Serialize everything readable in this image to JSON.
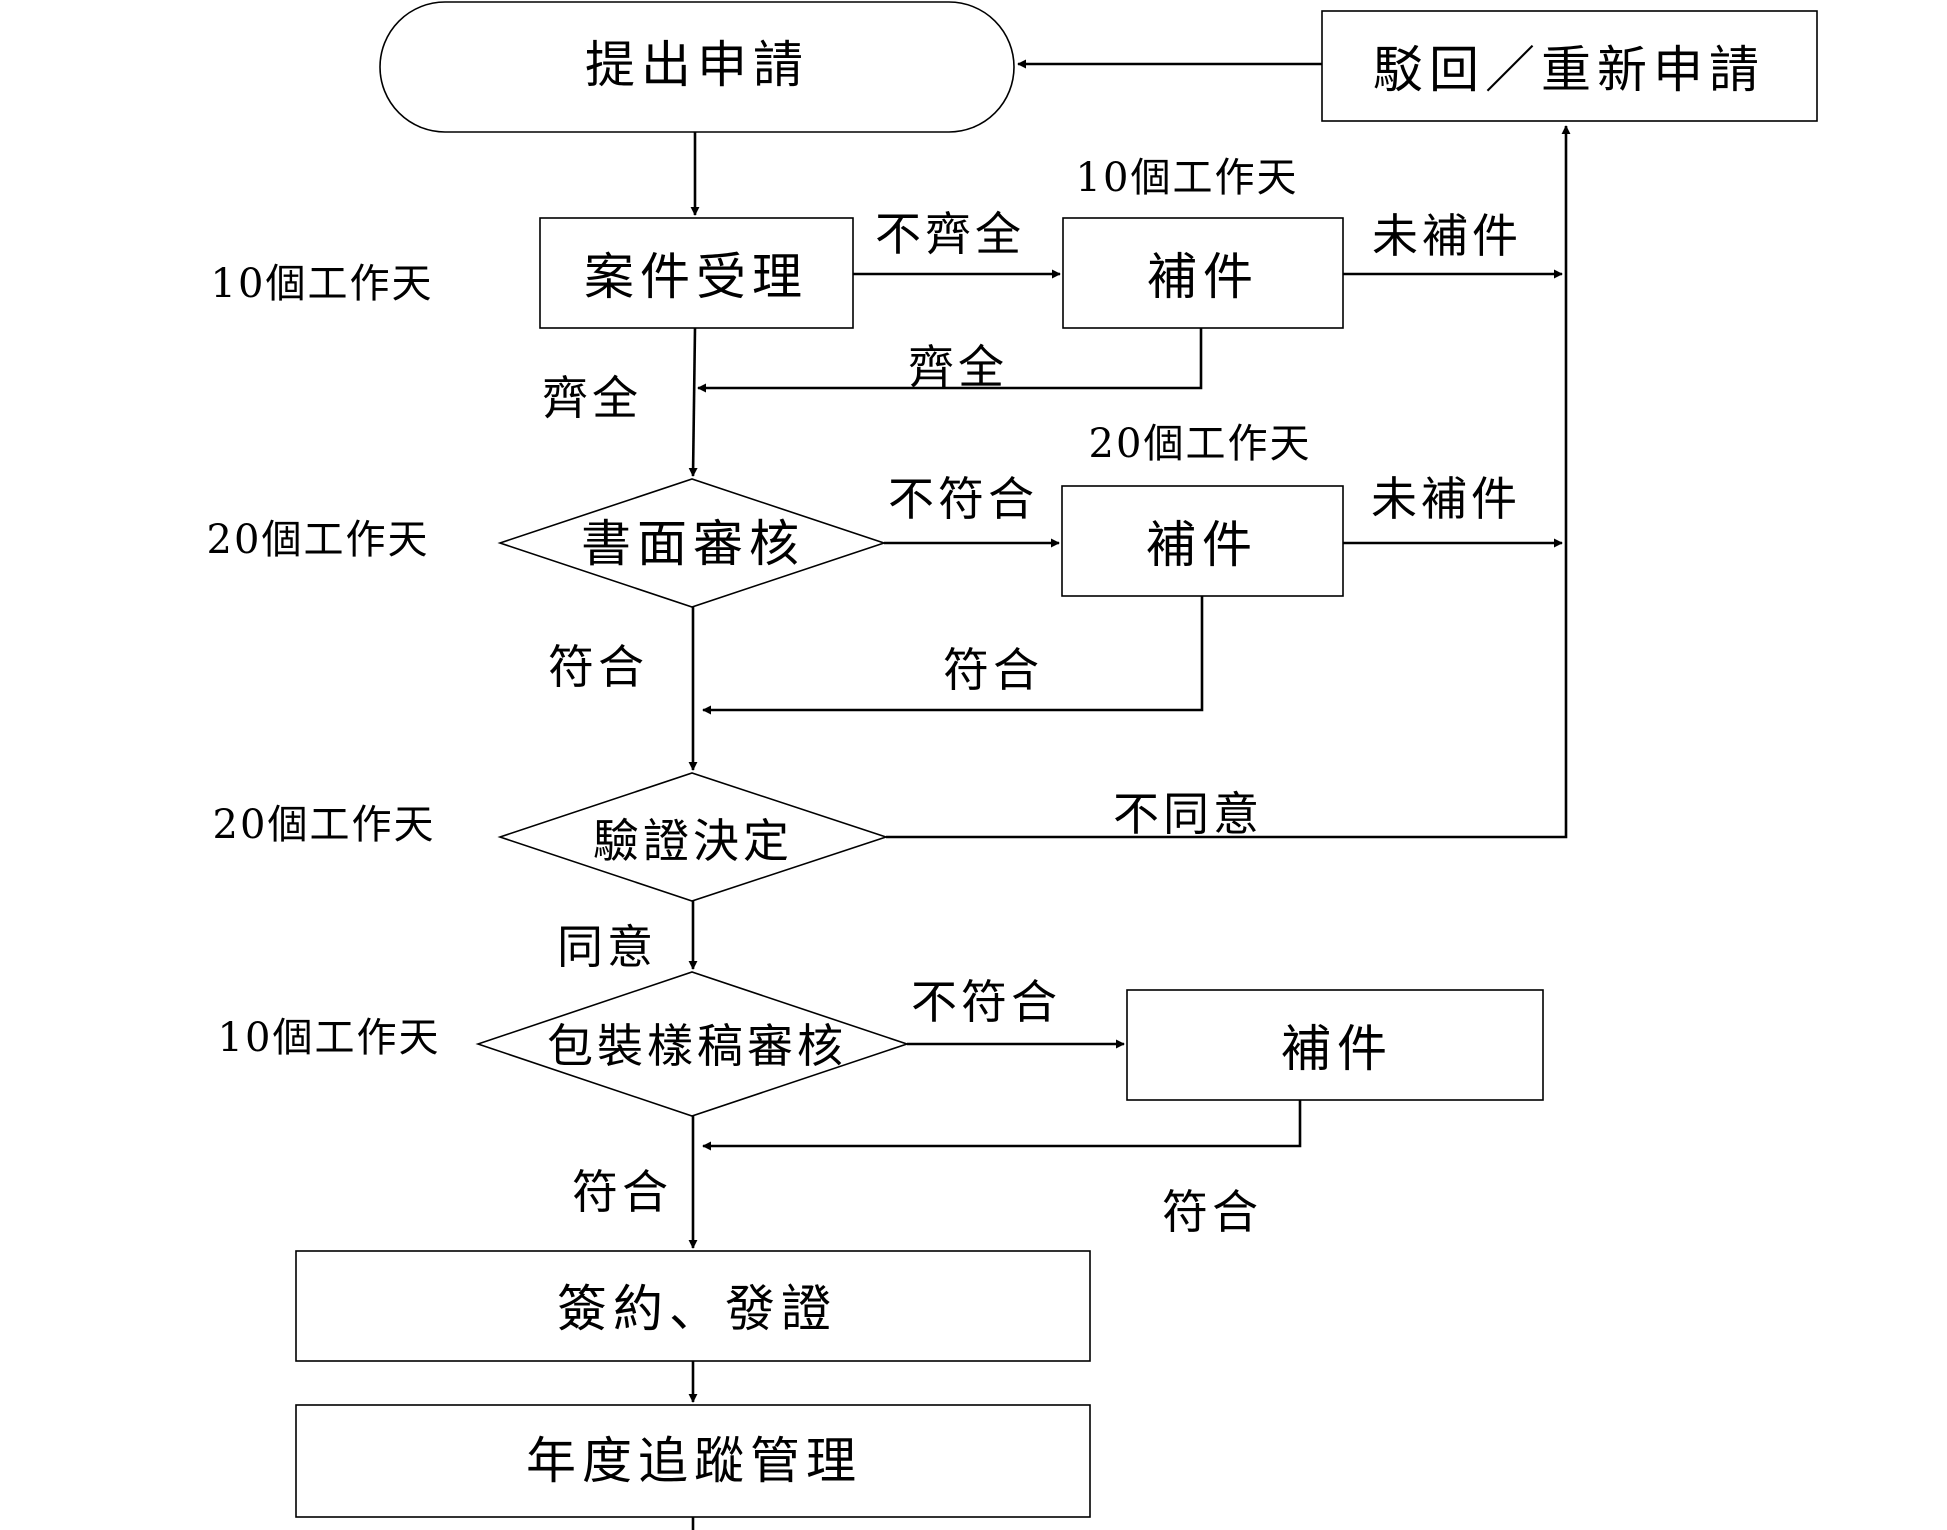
{
  "nodes": {
    "start": "提出申請",
    "reject": "駁回／重新申請",
    "accept": "案件受理",
    "supplement_1": "補件",
    "document_review": "書面審核",
    "supplement_2": "補件",
    "verification": "驗證決定",
    "package_review": "包裝樣稿審核",
    "supplement_3": "補件",
    "sign_issue": "簽約、發證",
    "annual_tracking": "年度追蹤管理"
  },
  "edge_labels": {
    "accept_to_supplement": "不齊全",
    "supplement_1_not_submitted": "未補件",
    "supplement_1_back": "齊全",
    "accept_down": "齊全",
    "review_to_supplement": "不符合",
    "supplement_2_not_submitted": "未補件",
    "supplement_2_back": "符合",
    "review_down": "符合",
    "verification_reject": "不同意",
    "verification_down": "同意",
    "package_to_supplement": "不符合",
    "package_down": "符合",
    "supplement_3_back": "符合"
  },
  "time_limits": {
    "accept": "10個工作天",
    "supplement_1": "10個工作天",
    "document_review": "20個工作天",
    "supplement_2": "20個工作天",
    "verification": "20個工作天",
    "package_review": "10個工作天"
  }
}
